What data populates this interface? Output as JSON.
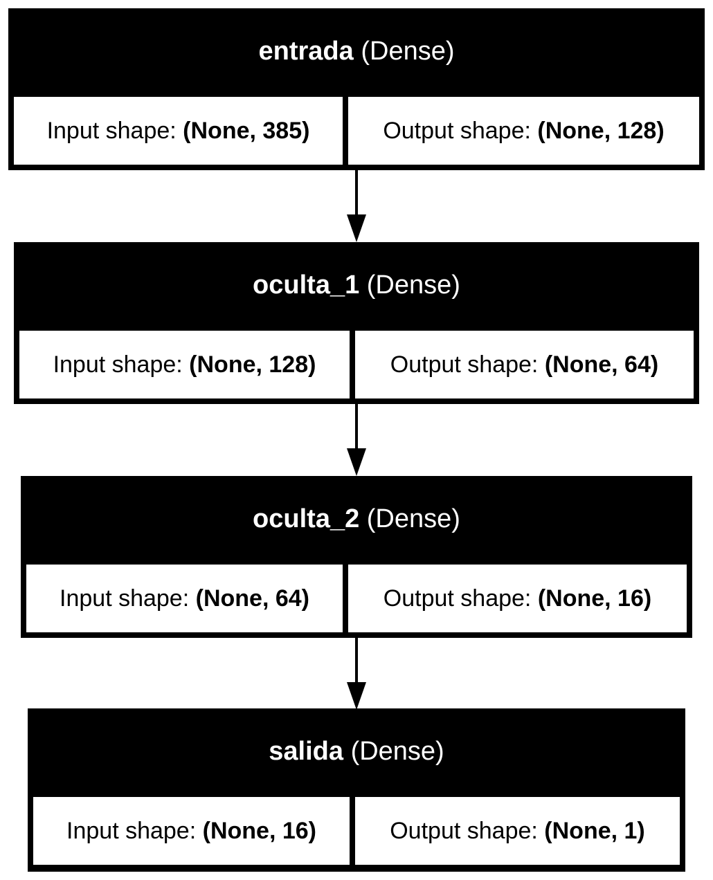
{
  "layers": [
    {
      "name": "entrada",
      "type": "(Dense)",
      "input_label": "Input shape:",
      "input_value": "(None, 385)",
      "output_label": "Output shape:",
      "output_value": "(None, 128)"
    },
    {
      "name": "oculta_1",
      "type": "(Dense)",
      "input_label": "Input shape:",
      "input_value": "(None, 128)",
      "output_label": "Output shape:",
      "output_value": "(None, 64)"
    },
    {
      "name": "oculta_2",
      "type": "(Dense)",
      "input_label": "Input shape:",
      "input_value": "(None, 64)",
      "output_label": "Output shape:",
      "output_value": "(None, 16)"
    },
    {
      "name": "salida",
      "type": "(Dense)",
      "input_label": "Input shape:",
      "input_value": "(None, 16)",
      "output_label": "Output shape:",
      "output_value": "(None, 1)"
    }
  ]
}
